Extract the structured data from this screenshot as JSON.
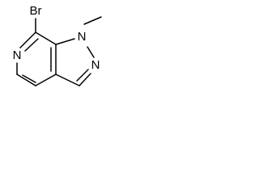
{
  "molecule": {
    "atoms": {
      "bromine": "Br",
      "pyridine_nitrogen": "N",
      "n1": "N",
      "n2": "N"
    }
  }
}
